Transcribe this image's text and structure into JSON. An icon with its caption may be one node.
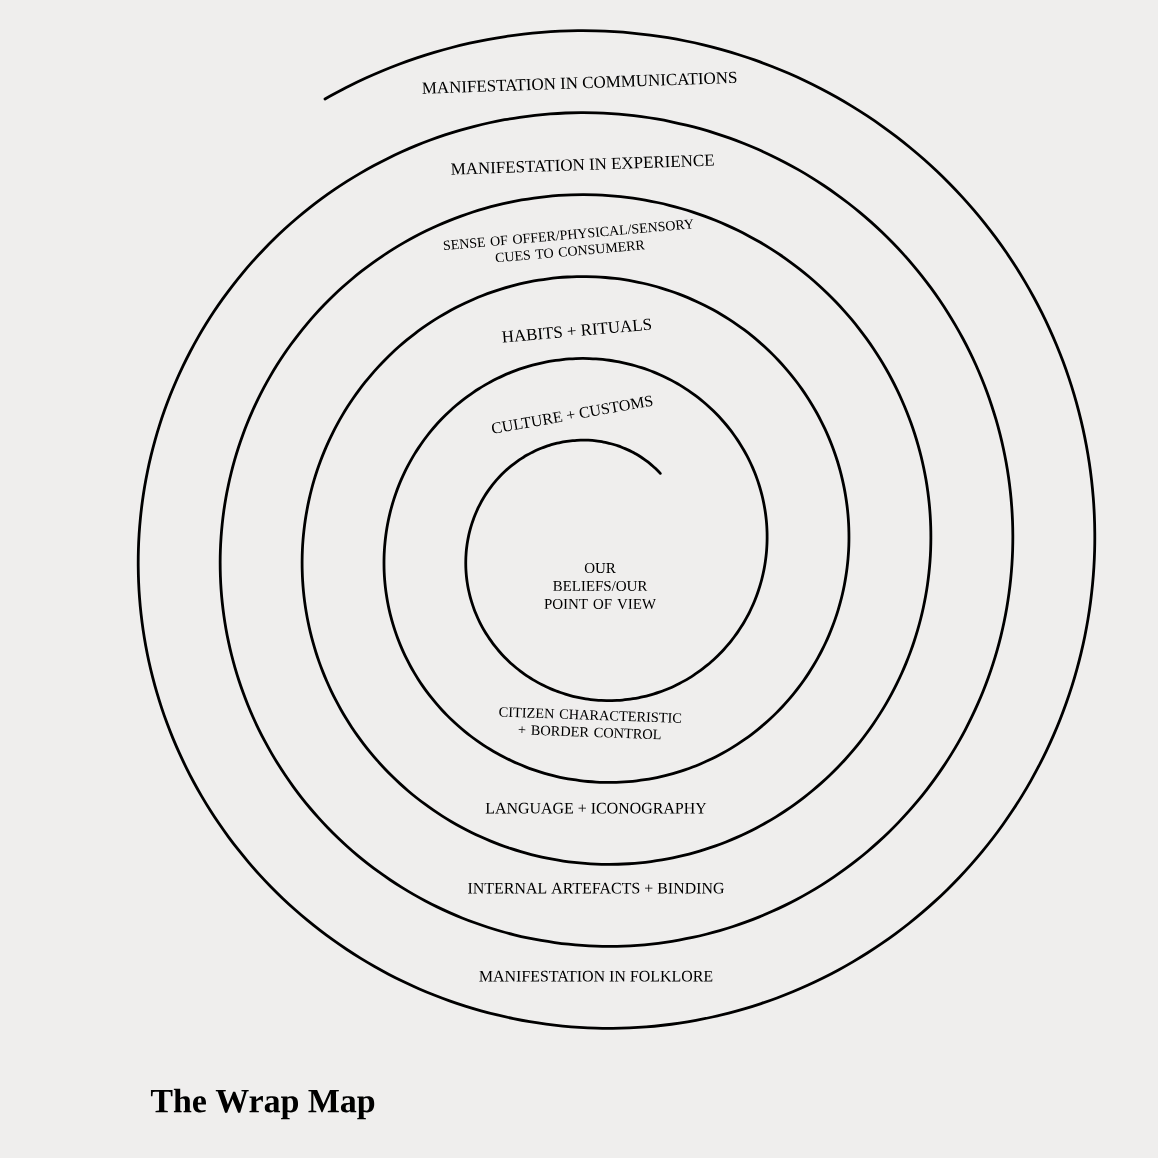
{
  "diagram": {
    "title": "The Wrap Map",
    "labels": [
      "MANIFESTATION IN COMMUNICATIONS",
      "MANIFESTATION IN EXPERIENCE",
      "SENSE OF OFFER/PHYSICAL/SENSORY CUES TO CONSUMERR",
      "HABITS + RITUALS",
      "CULTURE + CUSTOMS",
      "OUR BELIEFS/OUR POINT OF VIEW",
      "CITIZEN CHARACTERISTIC + BORDER CONTROL",
      "LANGUAGE + ICONOGRAPHY",
      "INTERNAL ARTEFACTS + BINDING",
      "MANIFESTATION IN FOLKLORE"
    ]
  }
}
